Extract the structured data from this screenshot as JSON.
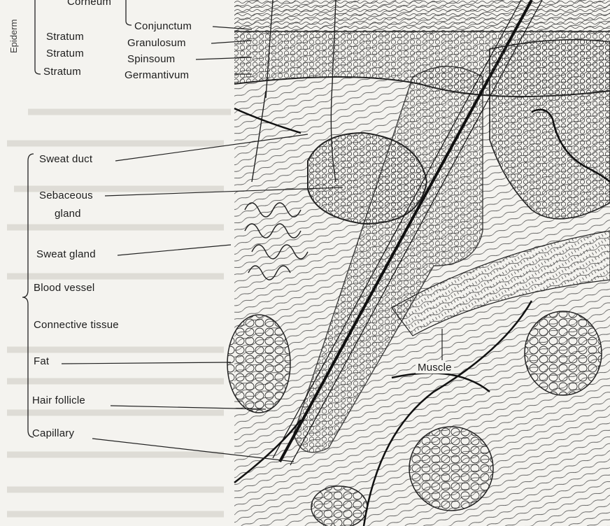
{
  "labels": {
    "corneum": "Corneum",
    "conjunctum": "Conjunctum",
    "stratum1": "Stratum",
    "granulosum": "Granulosum",
    "stratum2": "Stratum",
    "spinosum": "Spinsoum",
    "stratum3": "Stratum",
    "germantivum": "Germantivum",
    "epidermis": "Epiderm",
    "sweat_duct": "Sweat duct",
    "sebaceous1": "Sebaceous",
    "sebaceous2": "gland",
    "sweat_gland": "Sweat gland",
    "blood_vessel": "Blood vessel",
    "connective_tissue": "Connective tissue",
    "fat": "Fat",
    "hair_follicle": "Hair follicle",
    "capillary": "Capillary",
    "muscle": "Muscle"
  }
}
